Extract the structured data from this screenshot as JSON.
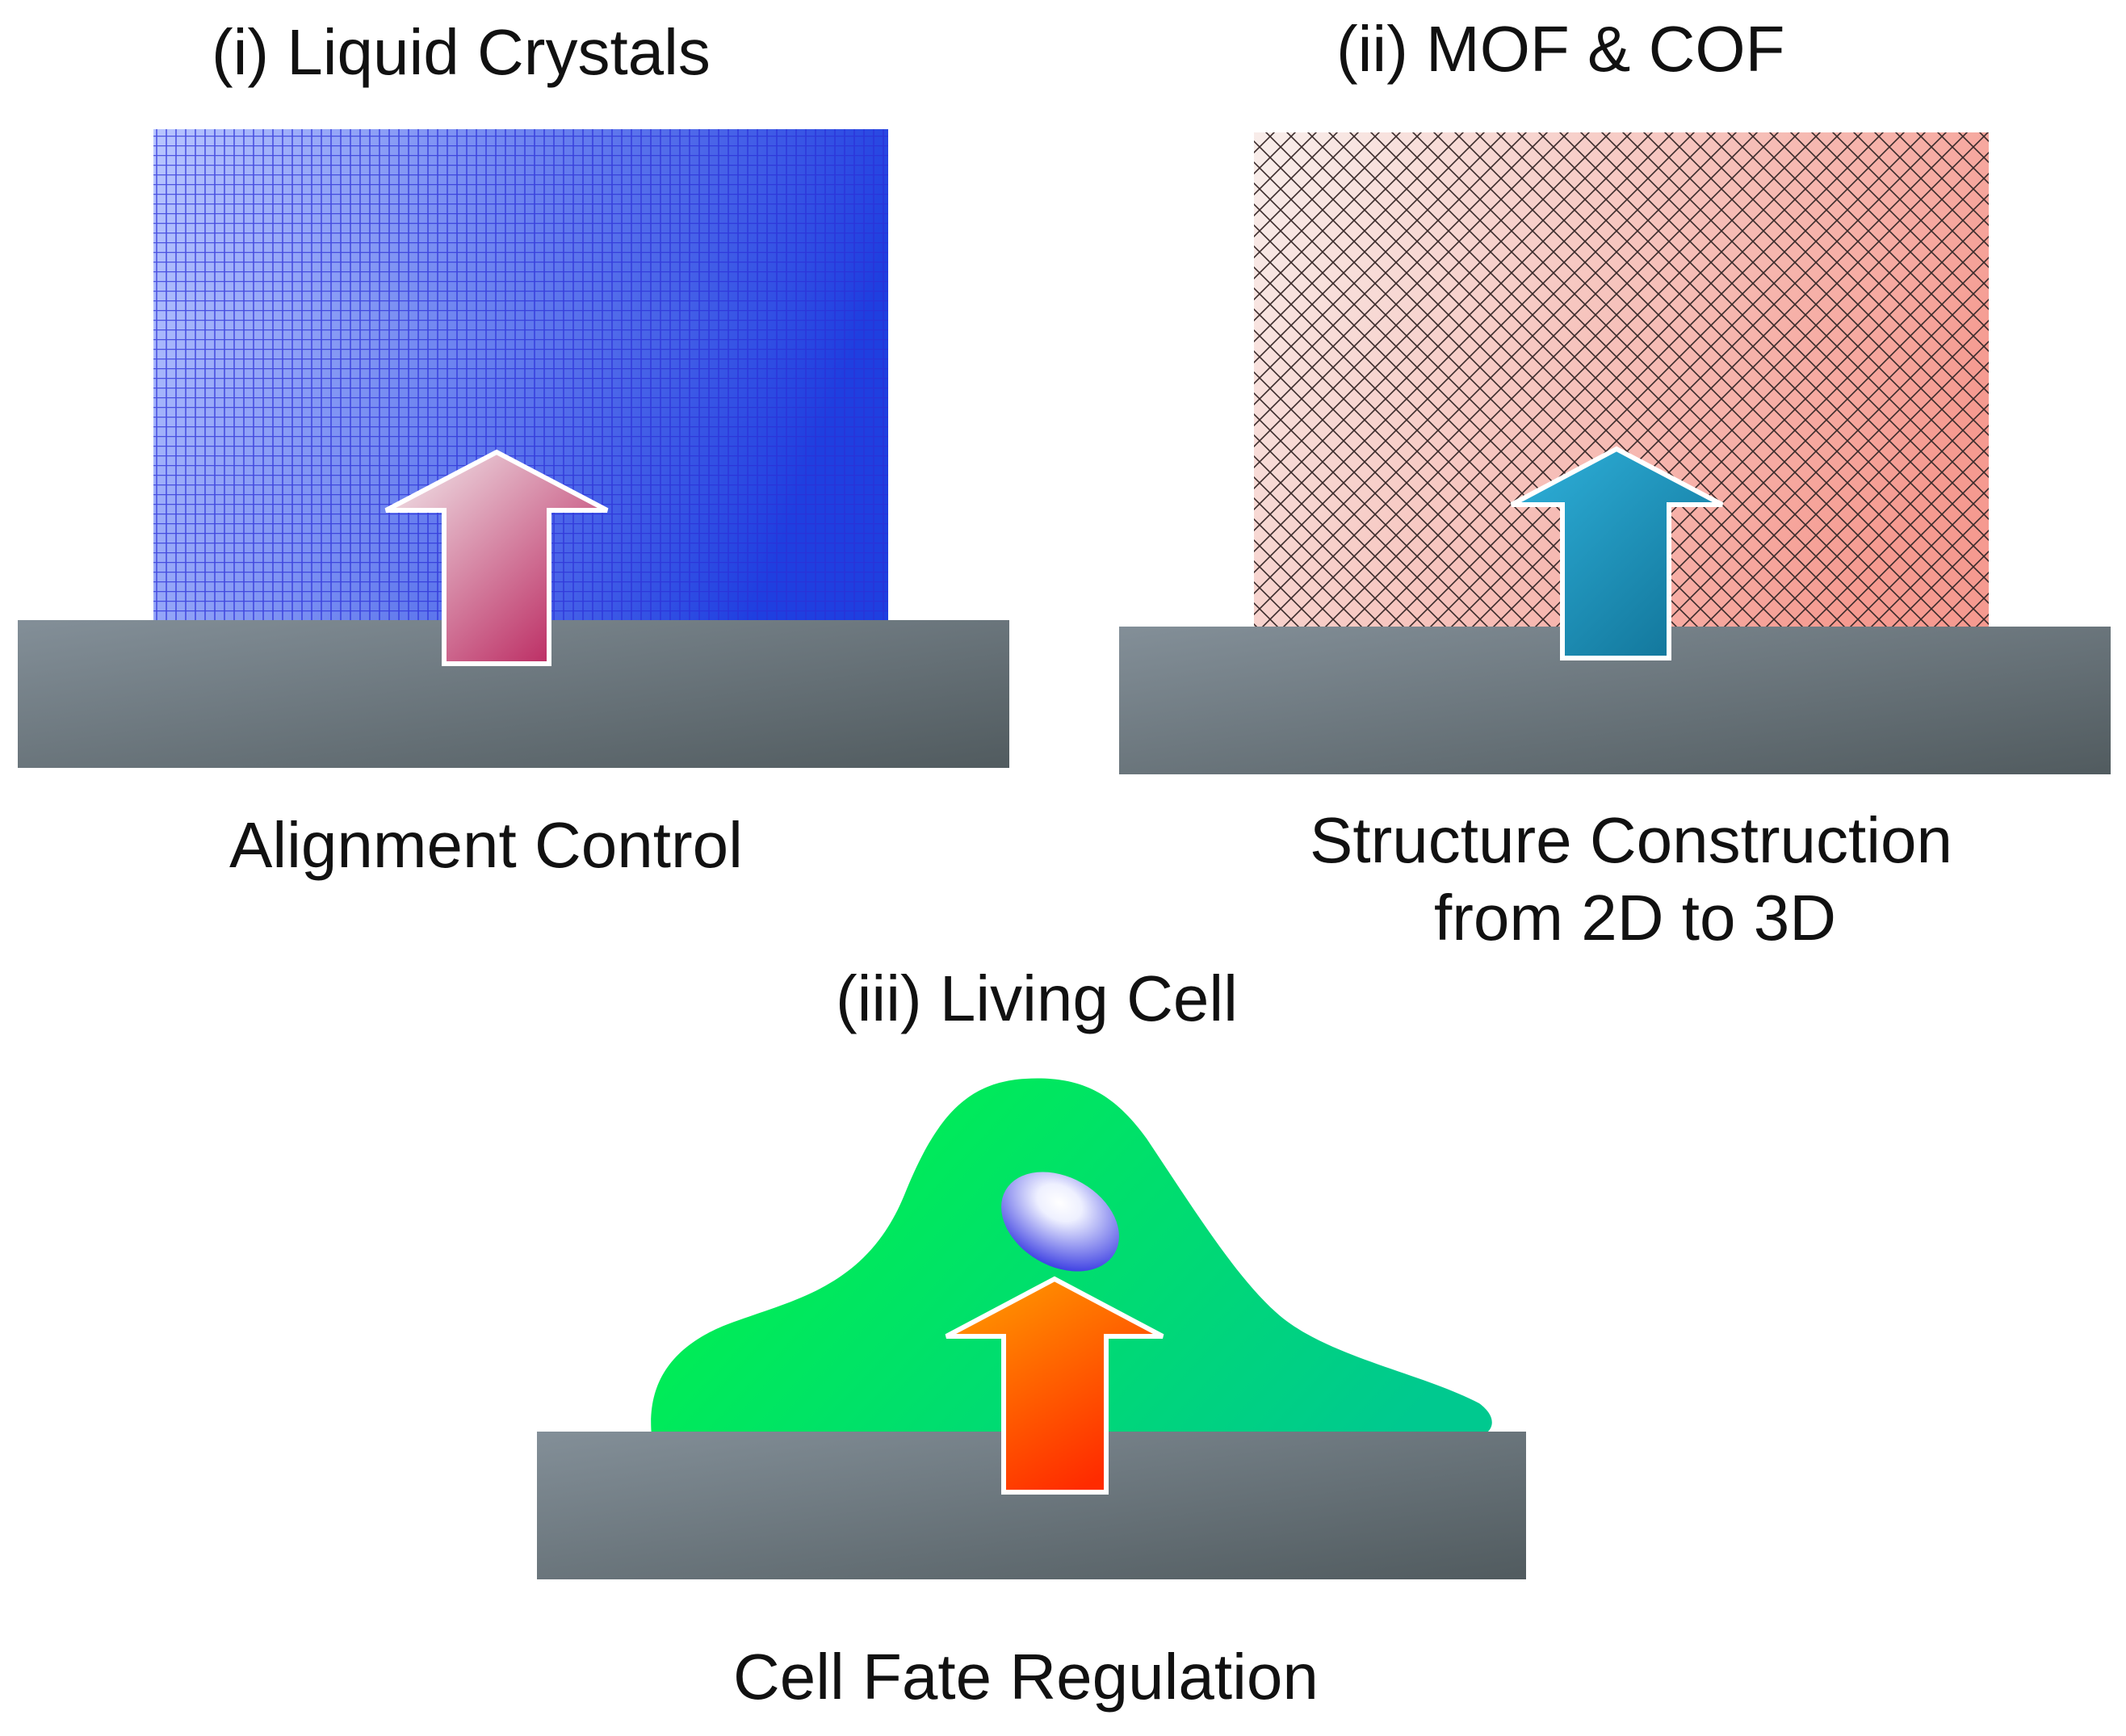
{
  "panels": {
    "liquid_crystals": {
      "title": "(i) Liquid Crystals",
      "caption": "Alignment Control",
      "colors": {
        "pattern_light": "#b9c6ff",
        "pattern_dark": "#1f3fe0",
        "grid_line": "#2a2fd6",
        "arrow_start": "#f4f0f1",
        "arrow_end": "#b4114f"
      }
    },
    "mof_cof": {
      "title": "(ii) MOF & COF",
      "caption_line1": "Structure Construction",
      "caption_line2": "from 2D to 3D",
      "colors": {
        "pattern_light": "#f8ece9",
        "pattern_dark": "#f59a90",
        "grid_line": "#3a2a2a",
        "arrow_start": "#2fb2dc",
        "arrow_end": "#0f6f93"
      }
    },
    "living_cell": {
      "title": "(iii) Living Cell",
      "caption": "Cell Fate Regulation",
      "colors": {
        "cell_light": "#00f44a",
        "cell_dark": "#00c98f",
        "nucleus_light": "#ffffff",
        "nucleus_dark": "#2c2fe0",
        "arrow_start": "#ffa200",
        "arrow_end": "#ff2b00"
      }
    }
  },
  "colors": {
    "substrate_light": "#838f98",
    "substrate_dark": "#515b5f",
    "arrow_outline": "#ffffff",
    "text": "#111111"
  }
}
